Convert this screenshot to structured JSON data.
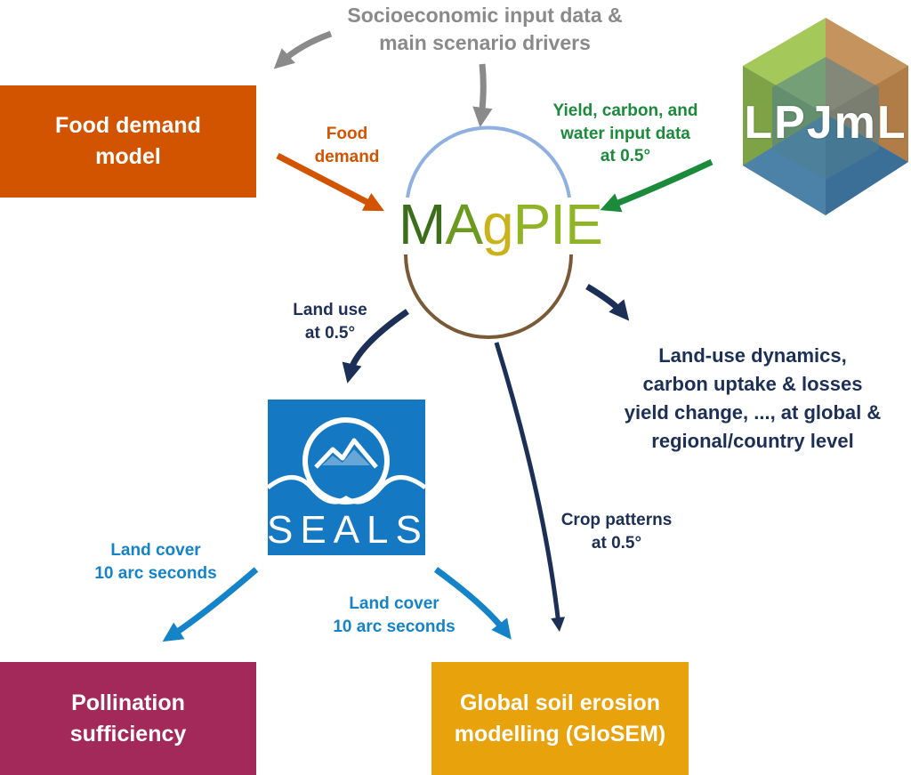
{
  "top_input": "Socioeconomic input data &\nmain scenario drivers",
  "boxes": {
    "food_demand_model": "Food demand\nmodel",
    "pollination": "Pollination\nsufficiency",
    "soil_erosion": "Global soil erosion\nmodelling (GloSEM)"
  },
  "labels": {
    "food_demand": "Food\ndemand",
    "yield_carbon_water": "Yield, carbon, and\nwater input data\nat 0.5°",
    "land_use": "Land use\nat 0.5°",
    "land_use_dynamics": "Land-use dynamics,\ncarbon uptake & losses\nyield change,  ..., at global &\nregional/country level",
    "crop_patterns": "Crop patterns\nat 0.5°",
    "land_cover_left": "Land cover\n10 arc seconds",
    "land_cover_right": "Land cover\n10 arc seconds"
  },
  "logos": {
    "magpie": {
      "m": "M",
      "a": "A",
      "g": "g",
      "pie": "PIE"
    },
    "lpjml": "LPJmL",
    "seals": "SEALS"
  },
  "colors": {
    "gray": "#8a8a8a",
    "orange": "#d35400",
    "green": "#1b8a3a",
    "navy": "#1c2f57",
    "blue": "#1583c8",
    "magenta": "#a3295a",
    "gold": "#e8a20c",
    "seals_bg": "#1478c2"
  }
}
